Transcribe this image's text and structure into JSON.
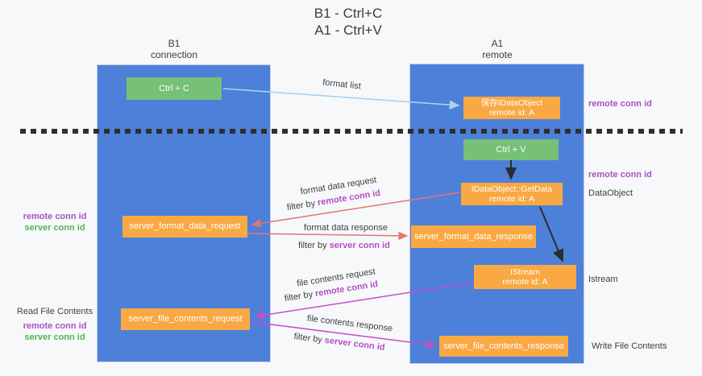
{
  "title": {
    "line1": "B1 - Ctrl+C",
    "line2": "A1 - Ctrl+V"
  },
  "lifelines": {
    "left": {
      "name": "B1",
      "role": "connection"
    },
    "right": {
      "name": "A1",
      "role": "remote"
    }
  },
  "nodes": {
    "ctrl_c": "Ctrl + C",
    "ctrl_v": "Ctrl + V",
    "save_dataobject": {
      "line1": "保存IDataObject",
      "line2": "remote id: A"
    },
    "getdata": {
      "line1": "IDataObject::GetData",
      "line2": "remote id: A"
    },
    "istream": {
      "line1": "IStream",
      "line2": "remote id: A"
    },
    "server_format_data_request": "server_format_data_request",
    "server_format_data_response": "server_format_data_response",
    "server_file_contents_request": "server_file_contents_request",
    "server_file_contents_response": "server_file_contents_response"
  },
  "arrow_labels": {
    "format_list": "format list",
    "format_data_request": "format data request",
    "format_data_response": "format data response",
    "file_contents_request": "file contents request",
    "file_contents_response": "file contents response",
    "filter_prefix": "filter by ",
    "remote_conn_id": "remote conn id",
    "server_conn_id": "server conn id"
  },
  "side_labels": {
    "right_remote_conn_id_1": "remote conn id",
    "right_remote_conn_id_2": "remote conn id",
    "dataobject": "DataObject",
    "istream": "Istream",
    "write_file_contents": "Write File Contents",
    "left_remote_conn_id_1": "remote conn id",
    "left_server_conn_id_1": "server conn id",
    "read_file_contents": "Read File Contents",
    "left_remote_conn_id_2": "remote conn id",
    "left_server_conn_id_2": "server conn id"
  },
  "colors": {
    "column_blue": "#4d80d8",
    "box_green": "#76c078",
    "box_orange": "#f9a843",
    "arrow_light_blue": "#a9d3ef",
    "arrow_salmon": "#e8736f",
    "arrow_magenta": "#c84ec8",
    "arrow_black": "#2d2d2d",
    "label_purple": "#a952c0",
    "label_green": "#52b356",
    "text_dark": "#3f3f3f"
  }
}
